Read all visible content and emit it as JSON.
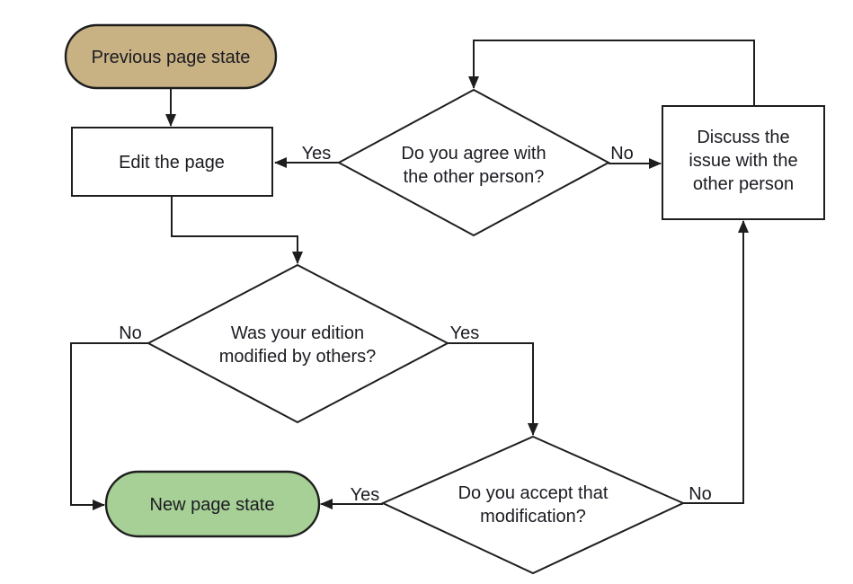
{
  "diagram": {
    "type": "flowchart",
    "background": "#FFFFFF",
    "colors": {
      "start_fill": "#C8B183",
      "end_fill": "#A7D096",
      "process_fill": "#FFFFFF",
      "stroke": "#1E1E1E",
      "text": "#1B1B22"
    },
    "nodes": {
      "previous": {
        "label": "Previous page state",
        "shape": "terminal"
      },
      "edit": {
        "label": "Edit the page",
        "shape": "process"
      },
      "agree": {
        "line1": "Do you agree with",
        "line2": "the other person?",
        "shape": "decision"
      },
      "discuss": {
        "line1": "Discuss the",
        "line2": "issue with the",
        "line3": "other person",
        "shape": "process"
      },
      "modified": {
        "line1": "Was your edition",
        "line2": "modified by others?",
        "shape": "decision"
      },
      "accept": {
        "line1": "Do you accept that",
        "line2": "modification?",
        "shape": "decision"
      },
      "new": {
        "label": "New page state",
        "shape": "terminal"
      }
    },
    "labels": {
      "agree_yes": "Yes",
      "agree_no": "No",
      "modified_no": "No",
      "modified_yes": "Yes",
      "accept_yes": "Yes",
      "accept_no": "No"
    }
  }
}
